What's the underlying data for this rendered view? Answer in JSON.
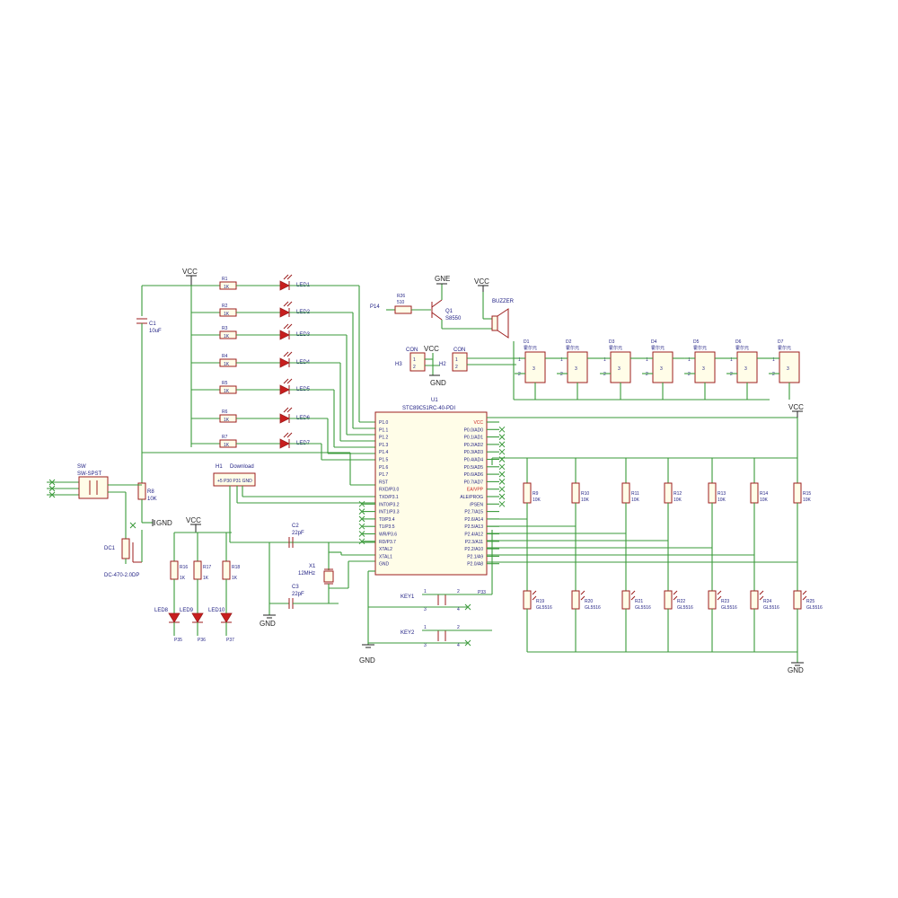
{
  "power": {
    "vcc": "VCC",
    "gnd": "GND",
    "gne": "GNE"
  },
  "mcu": {
    "ref": "U1",
    "part": "STC89C51RC-40-PDI",
    "left_pins": [
      "P1.0",
      "P1.1",
      "P1.2",
      "P1.3",
      "P1.4",
      "P1.5",
      "P1.6",
      "P1.7",
      "RST",
      "RXD/P3.0",
      "TXD/P3.1",
      "INT0/P3.2",
      "INT1/P3.3",
      "T0/P3.4",
      "T1/P3.5",
      "WR/P3.6",
      "RD/P3.7",
      "XTAL2",
      "XTAL1",
      "GND"
    ],
    "right_pins": [
      "VCC",
      "P0.0/AD0",
      "P0.1/AD1",
      "P0.2/AD2",
      "P0.3/AD3",
      "P0.4/AD4",
      "P0.5/AD5",
      "P0.6/AD6",
      "P0.7/AD7",
      "EA/VPP",
      "ALE/PROG",
      "/PSEN",
      "P2.7/A15",
      "P2.6/A14",
      "P2.5/A13",
      "P2.4/A12",
      "P2.3/A11",
      "P2.2/A10",
      "P2.1/A9",
      "P2.0/A8"
    ]
  },
  "leds": [
    {
      "r": "R1",
      "rv": "1K",
      "led": "LED1"
    },
    {
      "r": "R2",
      "rv": "1K",
      "led": "LED2"
    },
    {
      "r": "R3",
      "rv": "1K",
      "led": "LED3"
    },
    {
      "r": "R4",
      "rv": "1K",
      "led": "LED4"
    },
    {
      "r": "R5",
      "rv": "1K",
      "led": "LED5"
    },
    {
      "r": "R6",
      "rv": "1K",
      "led": "LED6"
    },
    {
      "r": "R7",
      "rv": "1K",
      "led": "LED7"
    }
  ],
  "cap_c1": {
    "ref": "C1",
    "val": "10uF"
  },
  "res_r8": {
    "ref": "R8",
    "val": "10K"
  },
  "switch": {
    "ref": "SW",
    "part": "SW-SPST"
  },
  "dc": {
    "ref": "DC1",
    "part": "DC-470-2.0DP"
  },
  "header_h1": {
    "ref": "H1",
    "name": "Download"
  },
  "crystal": {
    "ref": "X1",
    "val": "12MHz"
  },
  "cap_c2": {
    "ref": "C2",
    "val": "22pF"
  },
  "cap_c3": {
    "ref": "C3",
    "val": "22pF"
  },
  "low_leds": [
    {
      "r": "R16",
      "rv": "1K",
      "led": "LED8",
      "net": "P35"
    },
    {
      "r": "R17",
      "rv": "1K",
      "led": "LED9",
      "net": "P36"
    },
    {
      "r": "R18",
      "rv": "1K",
      "led": "LED10",
      "net": "P37"
    }
  ],
  "buzzer": {
    "r": "R26",
    "rv": "510",
    "q": "Q1",
    "qpart": "S8550",
    "label": "BUZZER",
    "net": "P14"
  },
  "connectors": [
    {
      "ref": "H3",
      "name": "CON"
    },
    {
      "ref": "H2",
      "name": "CON"
    }
  ],
  "sensors": [
    {
      "ref": "D1",
      "name": "霍尔元"
    },
    {
      "ref": "D2",
      "name": "霍尔元"
    },
    {
      "ref": "D3",
      "name": "霍尔元"
    },
    {
      "ref": "D4",
      "name": "霍尔元"
    },
    {
      "ref": "D5",
      "name": "霍尔元"
    },
    {
      "ref": "D6",
      "name": "霍尔元"
    },
    {
      "ref": "D7",
      "name": "霍尔元"
    }
  ],
  "keys": [
    {
      "ref": "KEY1",
      "net": "P33"
    },
    {
      "ref": "KEY2",
      "net": ""
    }
  ],
  "pullups": [
    {
      "ref": "R9",
      "val": "10K"
    },
    {
      "ref": "R10",
      "val": "10K"
    },
    {
      "ref": "R11",
      "val": "10K"
    },
    {
      "ref": "R12",
      "val": "10K"
    },
    {
      "ref": "R13",
      "val": "10K"
    },
    {
      "ref": "R14",
      "val": "10K"
    },
    {
      "ref": "R15",
      "val": "10K"
    }
  ],
  "ldrs": [
    {
      "ref": "R19",
      "val": "GL5516"
    },
    {
      "ref": "R20",
      "val": "GL5516"
    },
    {
      "ref": "R21",
      "val": "GL5516"
    },
    {
      "ref": "R22",
      "val": "GL5516"
    },
    {
      "ref": "R23",
      "val": "GL5516"
    },
    {
      "ref": "R24",
      "val": "GL5516"
    },
    {
      "ref": "R25",
      "val": "GL5516"
    }
  ],
  "pin_numbers": {
    "one": "1",
    "two": "2",
    "three": "3",
    "four": "4"
  },
  "download_pins": "+5 P30 P31 GND",
  "colors": {
    "wire": "#3a9a3a",
    "part": "#9c1e1e",
    "label": "#1e1e82",
    "led": "#c81e1e"
  }
}
